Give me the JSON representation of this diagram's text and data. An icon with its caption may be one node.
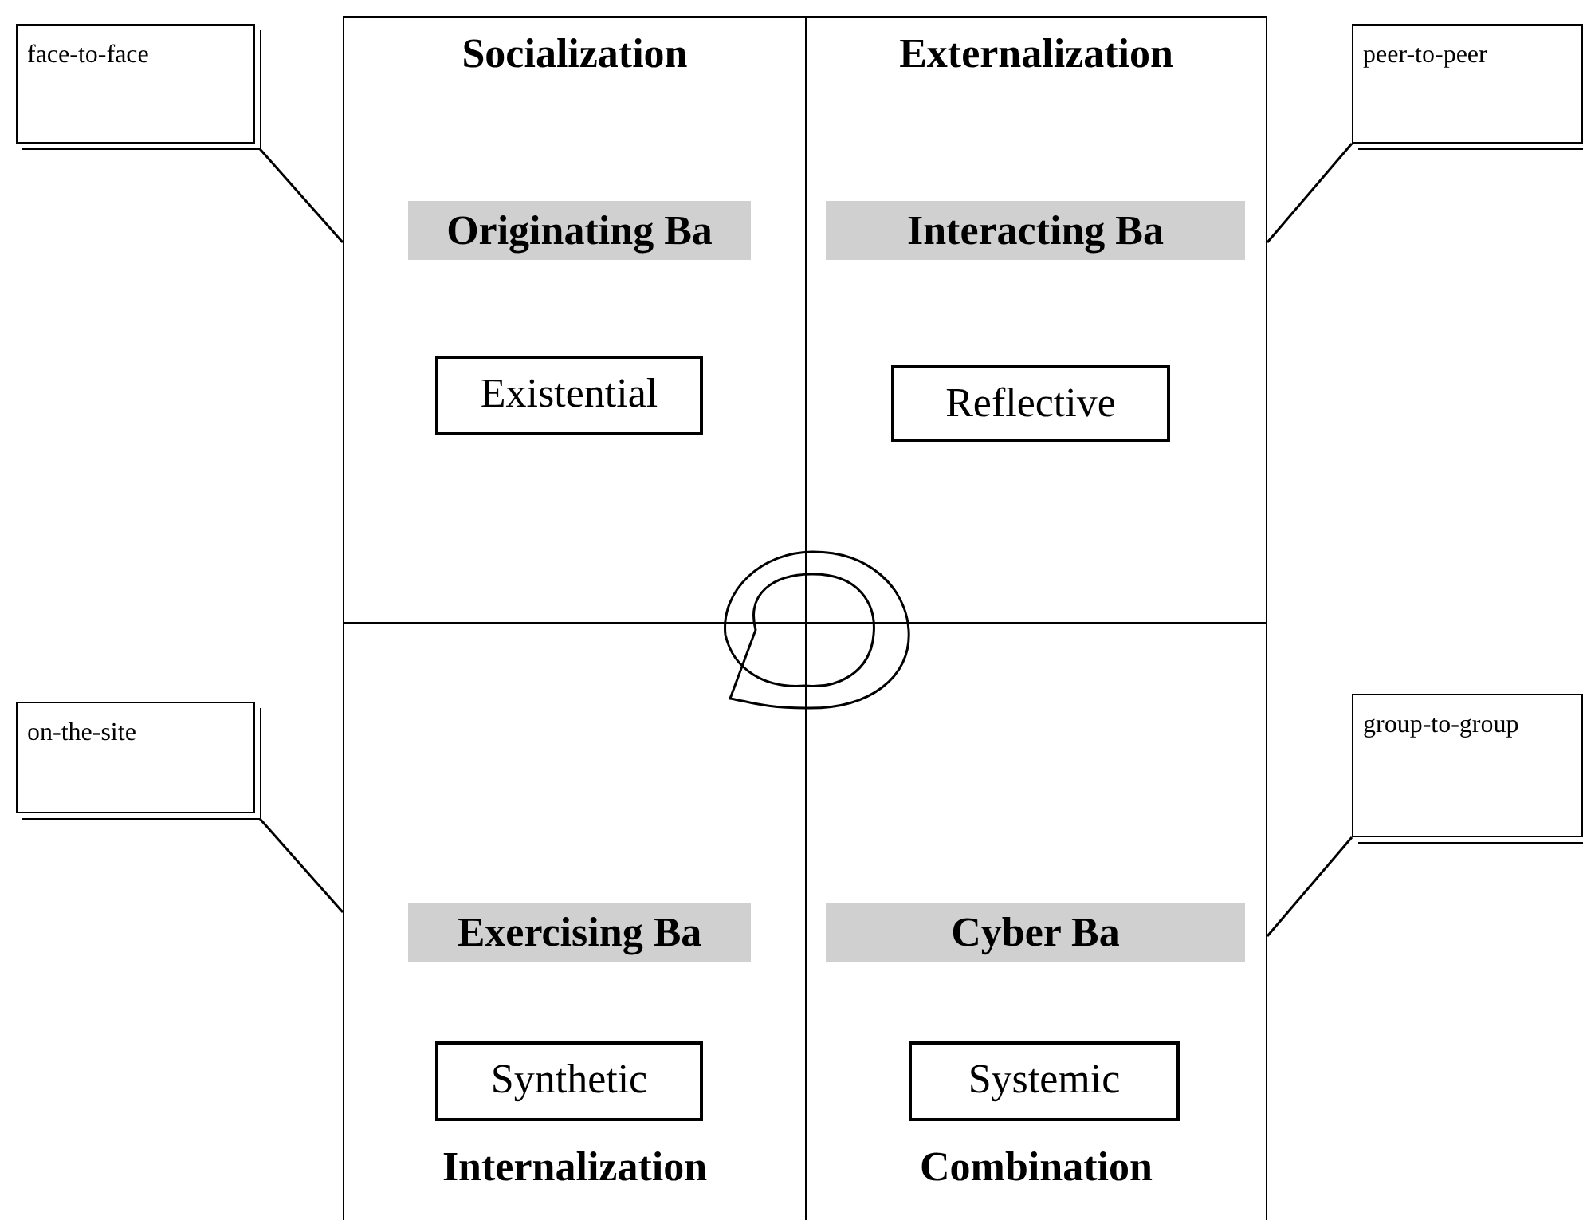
{
  "diagram": {
    "nodes": [
      {
        "text": [
          "face-to-face"
        ]
      },
      {
        "text": [
          "Socialization"
        ]
      },
      {
        "text": [
          "Originating Ba"
        ],
        "in": 1
      },
      {
        "text": [
          "Existential"
        ],
        "in": 1
      },
      {
        "text": [
          "peer-to-peer"
        ]
      },
      {
        "text": [
          "Externalization"
        ]
      },
      {
        "text": [
          "Interacting Ba"
        ],
        "in": 5
      },
      {
        "text": [
          "Reflective"
        ],
        "in": 5
      },
      {
        "text": [
          "on-the-site"
        ]
      },
      {
        "text": [
          "Internalization"
        ]
      },
      {
        "text": [
          "Exercising Ba"
        ],
        "in": 9
      },
      {
        "text": [
          "Synthetic"
        ],
        "in": 9
      },
      {
        "text": [
          "group-to-group"
        ]
      },
      {
        "text": [
          "Combination"
        ]
      },
      {
        "text": [
          "Cyber Ba"
        ],
        "in": 13
      },
      {
        "text": [
          "Systemic"
        ],
        "in": 13
      }
    ],
    "edges": [
      {
        "from": 0,
        "to": 1,
        "arrow": "none"
      },
      {
        "from": 4,
        "to": 5,
        "arrow": "none"
      },
      {
        "from": 8,
        "to": 9,
        "arrow": "none"
      },
      {
        "from": 12,
        "to": 13,
        "arrow": "none"
      }
    ]
  }
}
